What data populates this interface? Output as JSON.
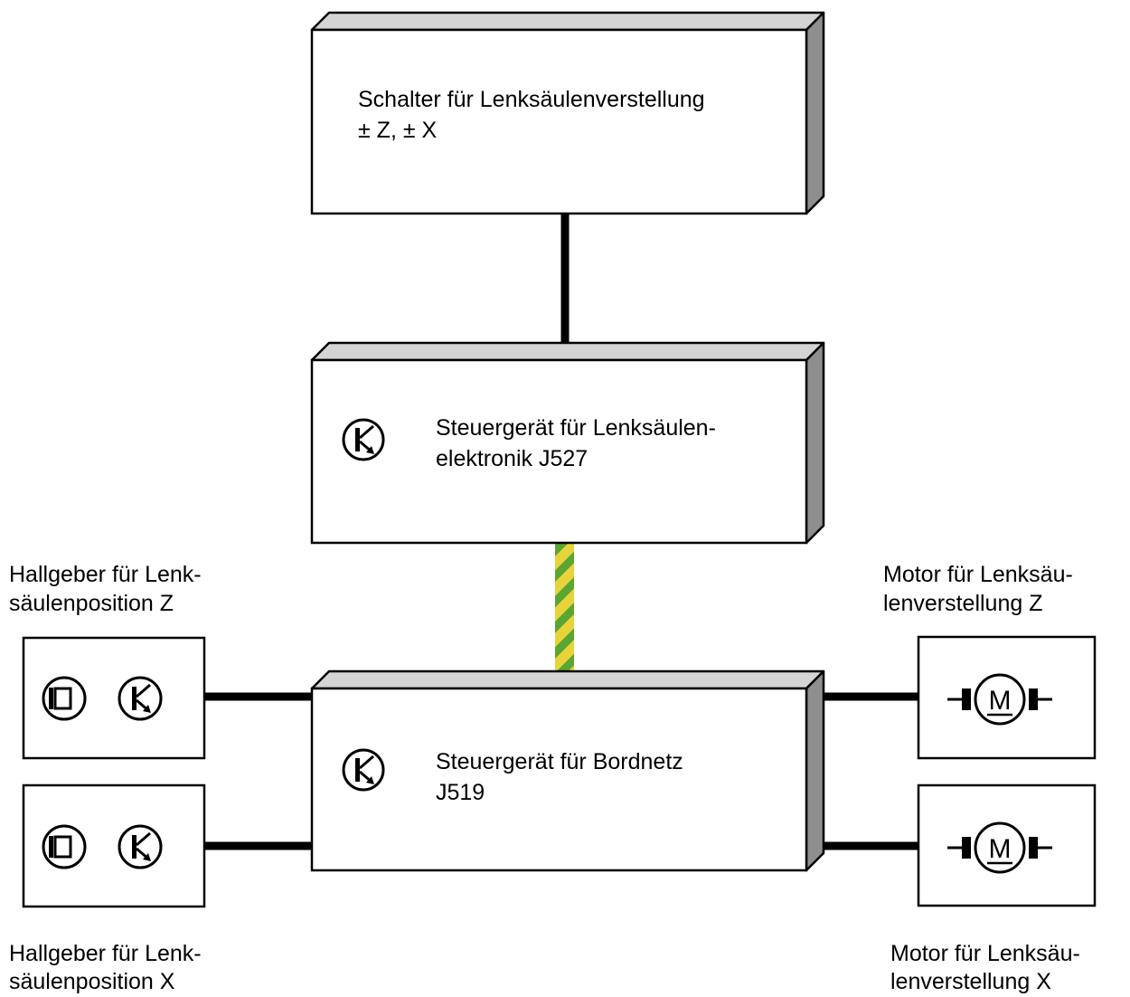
{
  "switch_box": {
    "line1": "Schalter für Lenksäulenverstellung",
    "line2": "± Z, ± X"
  },
  "j527": {
    "line1": "Steuergerät für Lenksäulen-",
    "line2": "elektronik J527"
  },
  "j519": {
    "line1": "Steuergerät für Bordnetz",
    "line2": "J519"
  },
  "hall_z": {
    "line1": "Hallgeber für Lenk-",
    "line2": "säulenposition Z"
  },
  "hall_x": {
    "line1": "Hallgeber für Lenk-",
    "line2": "säulenposition X"
  },
  "motor_z": {
    "line1": "Motor für Lenksäu-",
    "line2": "lenverstellung Z",
    "symbol": "M"
  },
  "motor_x": {
    "line1": "Motor für Lenksäu-",
    "line2": "lenverstellung X",
    "symbol": "M"
  },
  "colors": {
    "box_side": "#8e8e8e",
    "box_top": "#d4d4d4",
    "bus_green": "#5aa632",
    "bus_yellow": "#e8d43a",
    "wire": "#000000"
  }
}
